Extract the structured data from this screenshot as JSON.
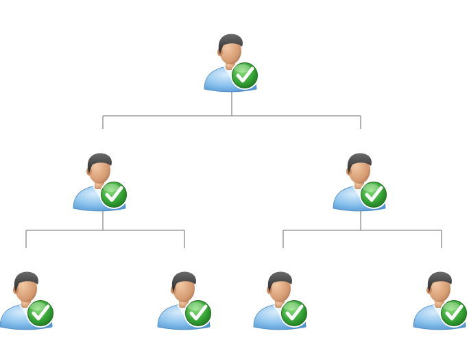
{
  "diagram": {
    "type": "org-chart",
    "icon": "user-verified-icon",
    "colors": {
      "connector": "#8a8a8a",
      "shirt": "#8cc3ee",
      "skin": "#d9a27a",
      "hair": "#3a3a3a",
      "check_badge": "#33a233",
      "check_mark": "#ffffff"
    },
    "nodes": [
      {
        "id": "root",
        "parent": null,
        "level": 0
      },
      {
        "id": "manager-left",
        "parent": "root",
        "level": 1
      },
      {
        "id": "manager-right",
        "parent": "root",
        "level": 1
      },
      {
        "id": "member-1",
        "parent": "manager-left",
        "level": 2
      },
      {
        "id": "member-2",
        "parent": "manager-left",
        "level": 2
      },
      {
        "id": "member-3",
        "parent": "manager-right",
        "level": 2
      },
      {
        "id": "member-4",
        "parent": "manager-right",
        "level": 2
      }
    ]
  }
}
